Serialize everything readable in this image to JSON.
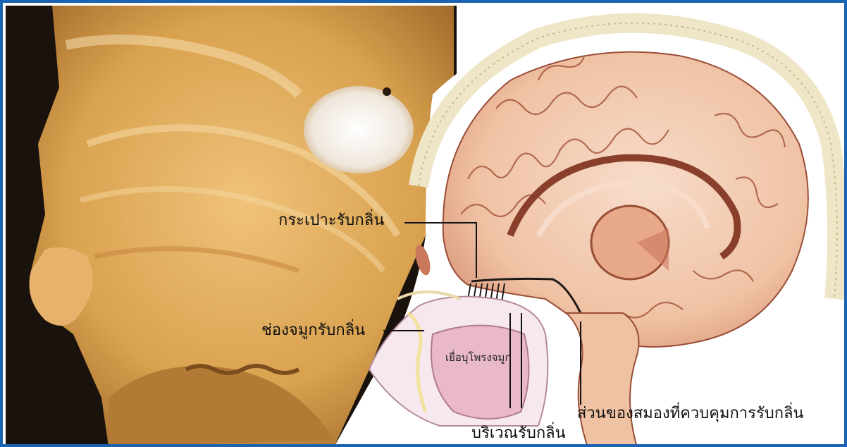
{
  "labels": {
    "olfactory_bulb": "กระเปาะรับกลิ่น",
    "olfactory_nasal_cavity": "ช่องจมูกรับกลิ่น",
    "nasal_mucosa": "เยื่อบุโพรงจมูก",
    "olfactory_region": "บริเวณรับกลิ่น",
    "olfactory_cortex": "ส่วนของสมองที่ควบคุมการรับกลิ่น"
  },
  "colors": {
    "frame": "#1b62b0",
    "photo_dark": "#1a120c",
    "photo_tissue": "#d9a24f",
    "photo_highlight": "#f3d7a0",
    "brain_fill": "#f2c8ad",
    "brain_line": "#9a4e36",
    "skull": "#efe6c8",
    "mucosa": "#e9b9c8",
    "leader_line": "#111111"
  }
}
